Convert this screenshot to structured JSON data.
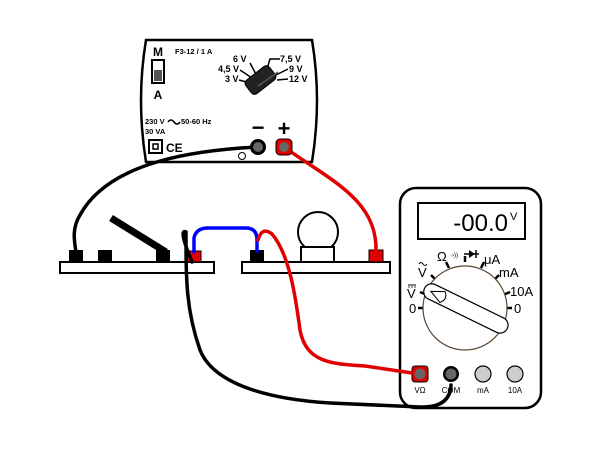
{
  "power_supply": {
    "mode_top": "M",
    "mode_bottom": "A",
    "model": "F3-12 / 1 A",
    "voltages": [
      "6 V",
      "4,5 V",
      "3 V",
      "7,5 V",
      "9 V",
      "12 V"
    ],
    "rating_line1": "230 V",
    "rating_freq": "50-60 Hz",
    "rating_line2": "30 VA",
    "ce_mark": "CE",
    "minus_label": "−",
    "plus_label": "+"
  },
  "multimeter": {
    "display_value": "-00.0",
    "display_unit": "V",
    "dial_labels": {
      "zero_left": "0",
      "v_dc": "V",
      "v_ac": "V",
      "ohm": "Ω",
      "continuity": "·›))",
      "diode": "→|",
      "ua": "μA",
      "ma": "mA",
      "a10": "10A",
      "zero_right": "0"
    },
    "jacks": [
      "VΩ",
      "COM",
      "mA",
      "10A"
    ]
  },
  "colors": {
    "wire_red": "#ff0000",
    "wire_blue": "#0000ff",
    "wire_black": "#000000",
    "terminal_red": "#e00000",
    "jack_gray": "#666666",
    "jack_light": "#cccccc"
  }
}
